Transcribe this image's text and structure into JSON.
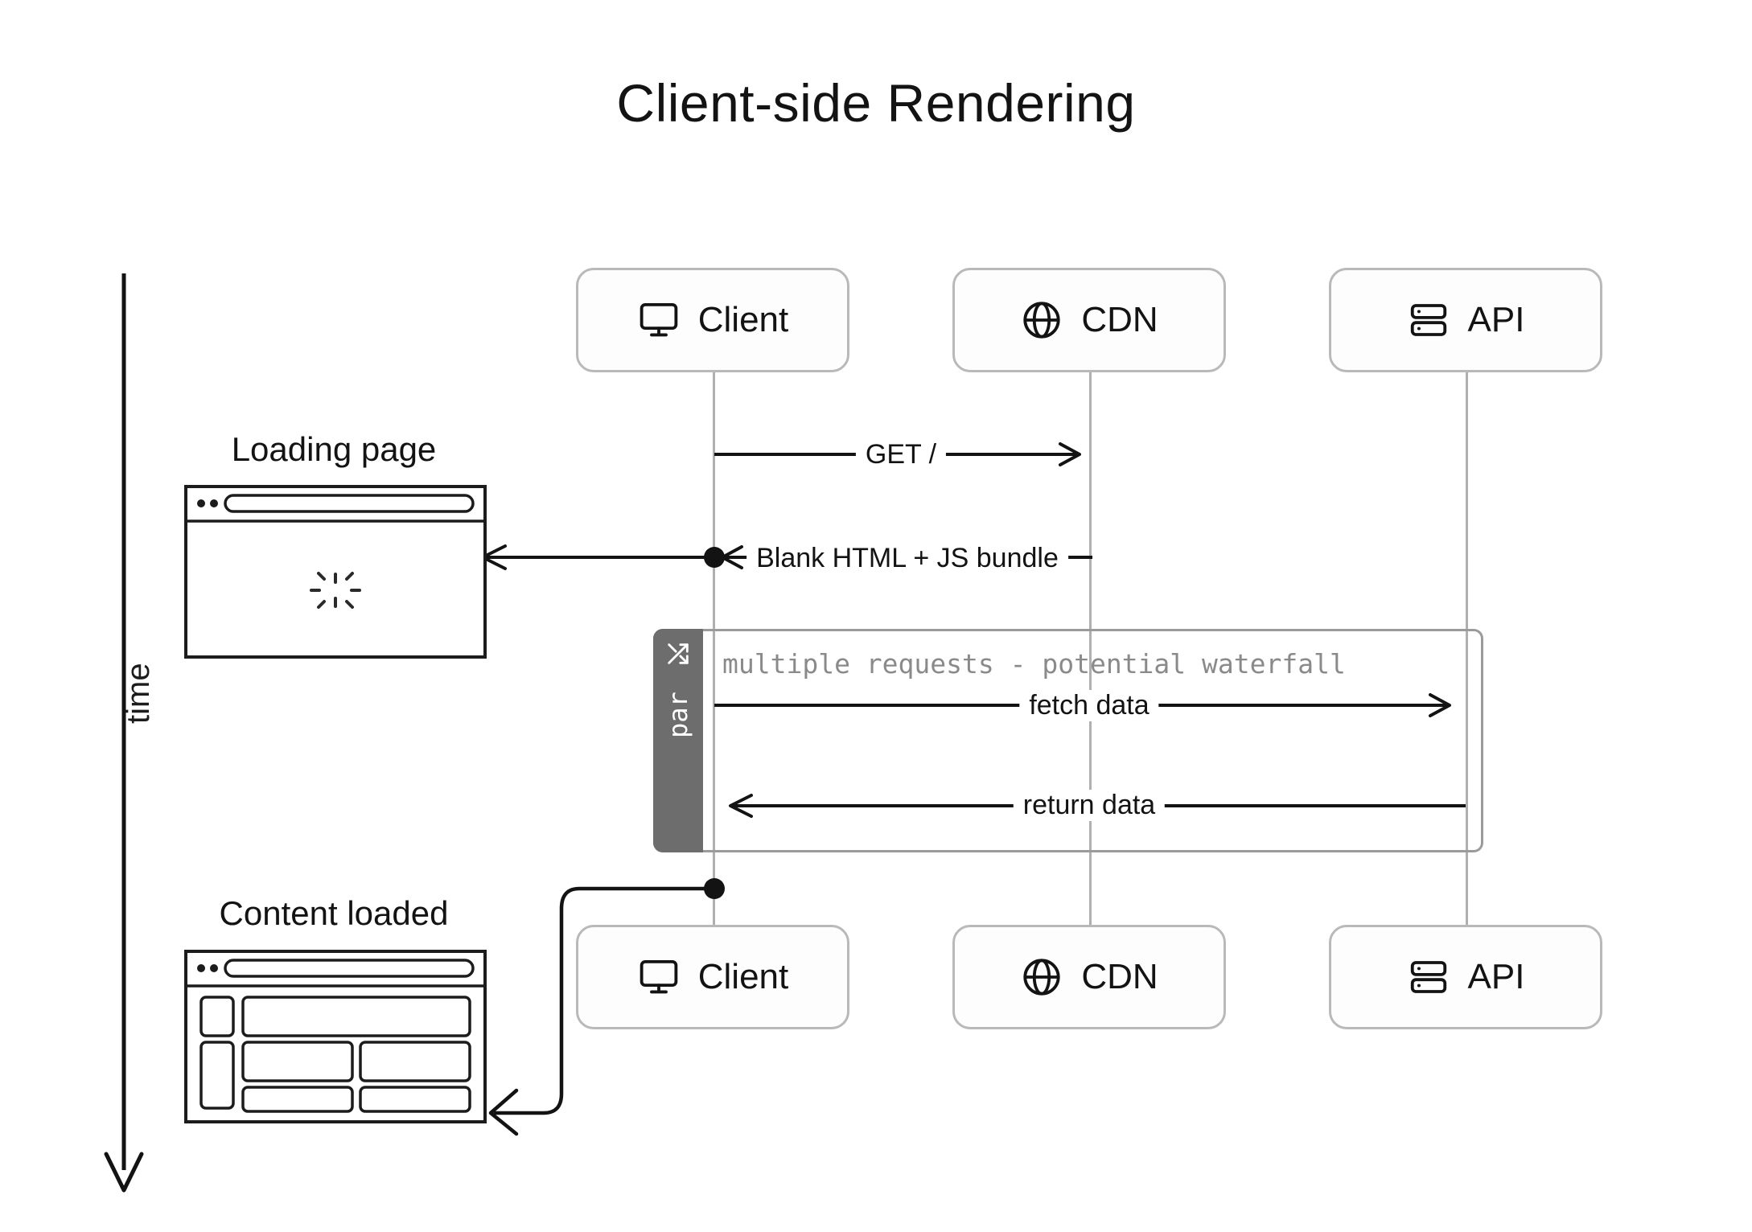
{
  "title": "Client-side Rendering",
  "axis": {
    "label": "time",
    "direction": "downward",
    "icon": "down-arrow-icon"
  },
  "participants": [
    {
      "id": "client",
      "label": "Client",
      "icon": "monitor-icon"
    },
    {
      "id": "cdn",
      "label": "CDN",
      "icon": "globe-icon"
    },
    {
      "id": "api",
      "label": "API",
      "icon": "server-rack-icon"
    }
  ],
  "participants_bottom": [
    {
      "id": "client",
      "label": "Client",
      "icon": "monitor-icon"
    },
    {
      "id": "cdn",
      "label": "CDN",
      "icon": "globe-icon"
    },
    {
      "id": "api",
      "label": "API",
      "icon": "server-rack-icon"
    }
  ],
  "messages": [
    {
      "id": "get-root",
      "label": "GET /",
      "from": "client",
      "to": "cdn",
      "direction": "right"
    },
    {
      "id": "blank-html",
      "label": "Blank HTML + JS bundle",
      "from": "cdn",
      "to": "client",
      "direction": "left"
    },
    {
      "id": "fetch-data",
      "label": "fetch data",
      "from": "client",
      "to": "api",
      "direction": "right"
    },
    {
      "id": "return-data",
      "label": "return data",
      "from": "api",
      "to": "client",
      "direction": "left"
    }
  ],
  "fragment": {
    "kind": "par",
    "tab_label": "par",
    "tab_icon": "shuffle-parallel-icon",
    "note": "multiple requests - potential waterfall"
  },
  "annotations": [
    {
      "id": "loading-page",
      "caption": "Loading page",
      "mockup": "browser-spinner",
      "spinner_icon": "loading-spinner-icon"
    },
    {
      "id": "content-loaded",
      "caption": "Content loaded",
      "mockup": "browser-wireframe"
    }
  ],
  "colors": {
    "background": "#ffffff",
    "ink": "#131313",
    "lifeline": "#b0b0b0",
    "participant_border": "#b9b9b9",
    "fragment_border": "#9b9b9b",
    "fragment_tab": "#6d6d6d",
    "note_text": "#8a8a8a"
  }
}
